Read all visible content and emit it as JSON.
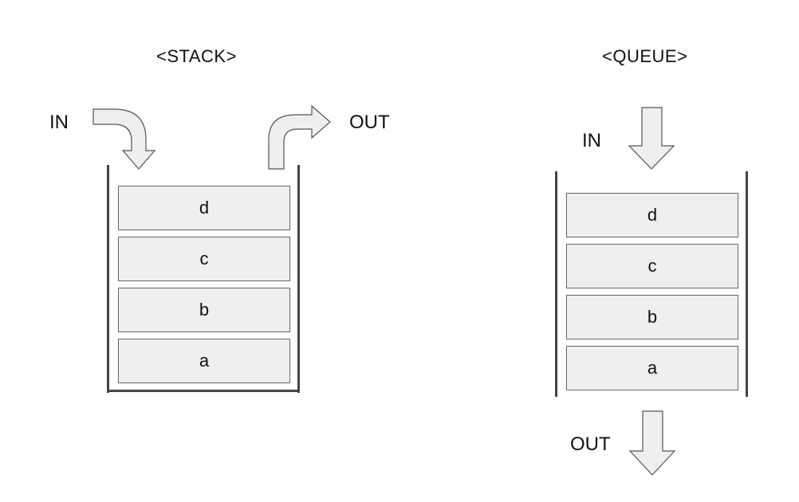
{
  "stack": {
    "title": "<STACK>",
    "in_label": "IN",
    "out_label": "OUT",
    "items": [
      "d",
      "c",
      "b",
      "a"
    ]
  },
  "queue": {
    "title": "<QUEUE>",
    "in_label": "IN",
    "out_label": "OUT",
    "items": [
      "d",
      "c",
      "b",
      "a"
    ]
  }
}
